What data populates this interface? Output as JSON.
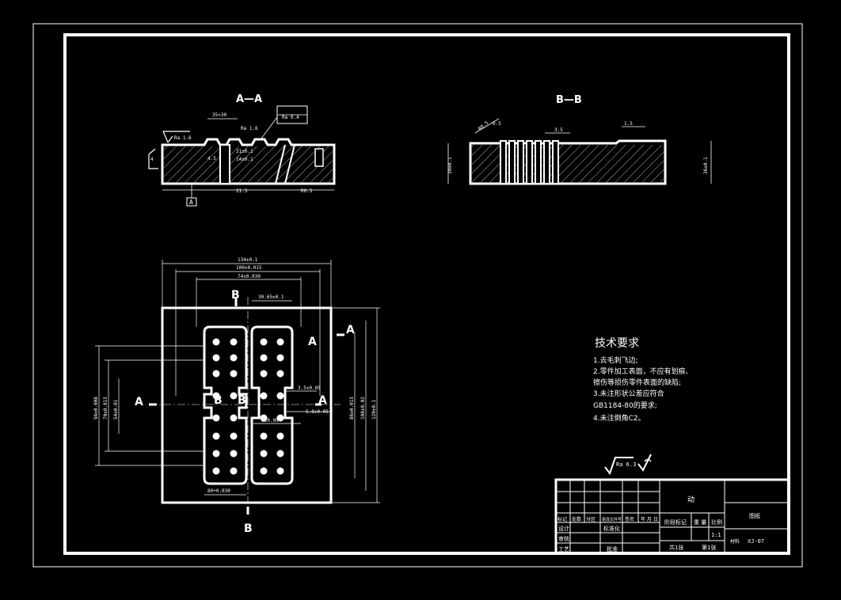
{
  "views": {
    "section_a": {
      "title": "A—A"
    },
    "section_b": {
      "title": "B—B"
    }
  },
  "section_markers": {
    "a": "A",
    "b": "B"
  },
  "tech_requirements": {
    "heading": "技术要求",
    "items": [
      "1.去毛刺飞边;",
      "2.零件加工表面，不应有划痕、",
      "擦伤等损伤零件表面的缺陷;",
      "3.未注形状公差应符合",
      "GB1184-80的要求;",
      "4.未注倒角C2。"
    ]
  },
  "surface_finish": {
    "value": "Ra 6.3"
  },
  "title_block": {
    "part_name": "动",
    "company": "图纸",
    "drawing_no": "XJ-07",
    "scale": "1:1",
    "headers": [
      "标记",
      "处数",
      "分区",
      "更改文件号",
      "签名",
      "年 月 日"
    ],
    "rows": [
      "设计",
      "审核",
      "工艺"
    ],
    "stage_label": "阶段标记",
    "weight_label": "重 量",
    "ratio_label": "比例",
    "std_label": "标准化",
    "approve_label": "批准",
    "sheet_label": "共1张",
    "sheet_no": "第1张",
    "mass_label": "材料"
  },
  "dimensions": {
    "top_1": "134±0.1",
    "top_2": "100±0.015",
    "top_3": "74±0.030",
    "top_4": "30.65±0.1",
    "bottom_1": "80+0.030",
    "right_1": "86±0.015",
    "right_2": "108±0.02",
    "right_3": "120±0.1",
    "left_1": "94±0.008",
    "left_2": "70±0.015",
    "left_3": "54±0.01",
    "inner_1": "3.5±0.05",
    "inner_2": "5.8±0.05",
    "inner_3": "3±0.05",
    "aa_1": "35×30",
    "aa_2": "Ra 1.6",
    "aa_3": "Ra 1.6",
    "aa_4": "Ra 0.4",
    "aa_5": "21±0.1",
    "aa_6": "14±0.1",
    "aa_7": "4.5",
    "aa_8": "4",
    "aa_9": "R0.5",
    "aa_10": "21.5",
    "aa_11": "A",
    "bb_1": "36±0.1",
    "bb_2": "30±0.1",
    "bb_3": "R0.5",
    "bb_4": "3.5",
    "bb_5": "1.5",
    "bb_6": "0.5"
  }
}
